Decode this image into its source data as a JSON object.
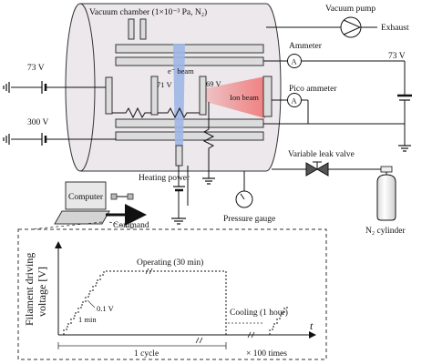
{
  "labels": {
    "chamber_title": "Vacuum chamber (1×10⁻³ Pa, N₂)",
    "vacuum_pump": "Vacuum pump",
    "exhaust": "Exhaust",
    "ammeter": "Ammeter",
    "ammeter_symbol": "A",
    "pico_ammeter": "Pico ammeter",
    "pico_symbol": "A",
    "v73_left": "73 V",
    "v73_right": "73 V",
    "v300": "300 V",
    "e_beam": "e⁻ beam",
    "v71": "71 V",
    "v69": "69 V",
    "ion_beam": "Ion beam",
    "variable_leak_valve": "Variable leak valve",
    "heating_power": "Heating power",
    "computer": "Computer",
    "command": "Command",
    "pressure_gauge": "Pressure gauge",
    "n2_cylinder": "N₂ cylinder"
  },
  "graph": {
    "ylabel_line1": "Filament driving",
    "ylabel_line2": "voltage [V]",
    "t_label": "t",
    "operating": "Operating (30 min)",
    "cooling": "Cooling (1 hour)",
    "step_v": "0.1 V",
    "step_t": "1 min",
    "cycle": "1 cycle",
    "times": "× 100 times"
  },
  "colors": {
    "chamber_fill": "#ece8ec",
    "e_beam": "#9fb6e6",
    "ion_beam": "#f07a7a"
  }
}
